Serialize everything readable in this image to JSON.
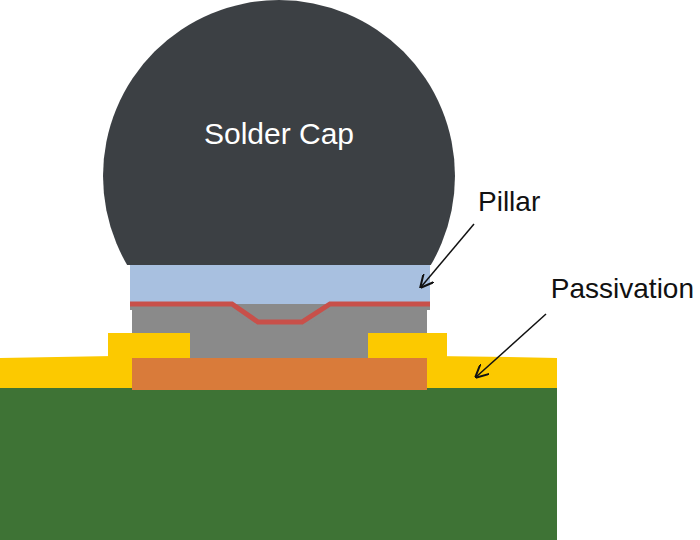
{
  "diagram": {
    "nodes": [
      {
        "text": [
          "Solder Cap"
        ]
      }
    ],
    "labels": [
      "Pillar",
      "Passivation"
    ]
  }
}
